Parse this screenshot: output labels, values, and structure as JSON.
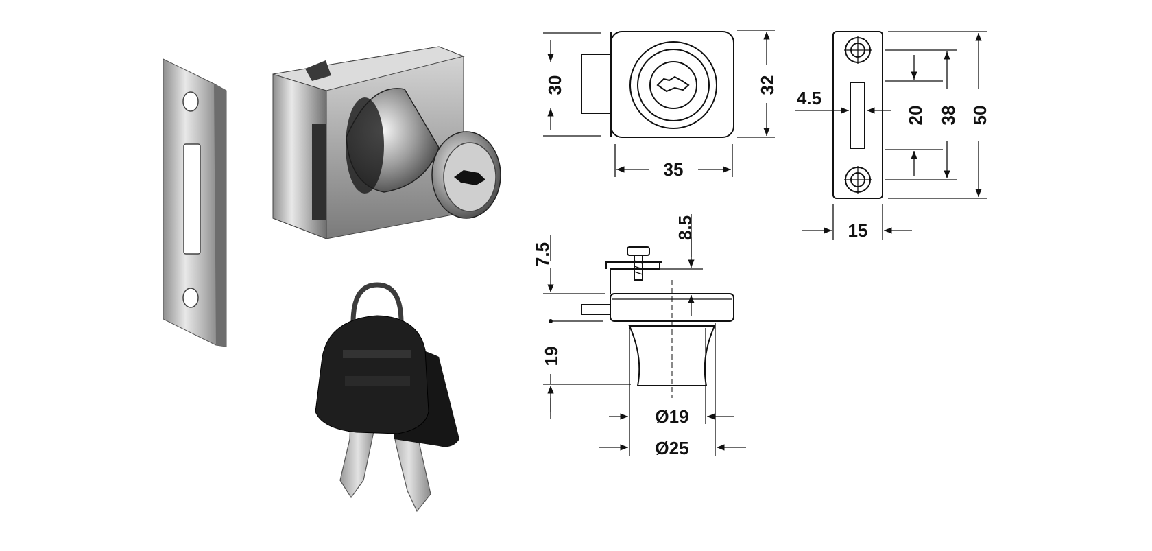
{
  "figure": {
    "photos": [
      "strike-plate",
      "glass-door-lock",
      "keys"
    ],
    "front_view": {
      "height_left": "30",
      "height_right": "32",
      "width": "35"
    },
    "strike_plate_view": {
      "slot_offset": "4.5",
      "slot_length": "20",
      "hole_spacing": "38",
      "total_height": "50",
      "width": "15"
    },
    "side_view": {
      "bracket_offset": "8.5",
      "glass_gap": "7.5",
      "knob_height": "19",
      "knob_diameter": "Ø19",
      "base_diameter": "Ø25"
    }
  }
}
